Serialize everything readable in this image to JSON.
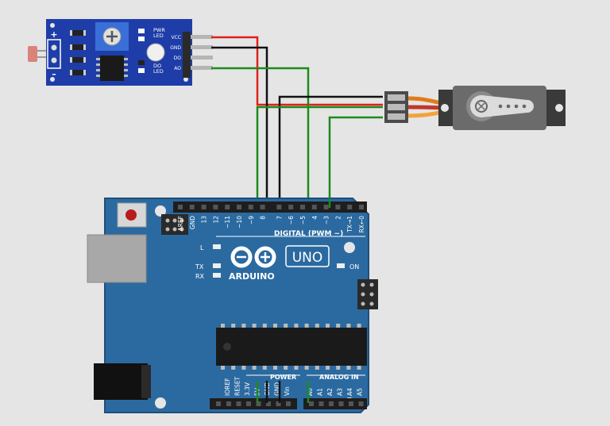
{
  "colors": {
    "background": "#e5e5e5",
    "board_blue": "#2b6aa0",
    "board_edge": "#1f4f7a",
    "sensor_blue": "#1e3da8",
    "wire_red": "#e0211b",
    "wire_black": "#111111",
    "wire_green": "#1d8a1d",
    "servo_gray": "#6b6b6b"
  },
  "sensor": {
    "plus_sign": "+",
    "minus_sign": "–",
    "pwr_led_label": "PWR\nLED",
    "do_led_label": "DO\nLED",
    "pins": [
      "VCC",
      "GND",
      "DO",
      "AO"
    ]
  },
  "arduino": {
    "brand": "ARDUINO",
    "model": "UNO",
    "digital_label": "DIGITAL (PWM ~)",
    "power_label": "POWER",
    "analog_label": "ANALOG IN",
    "led_l": "L",
    "led_tx": "TX",
    "led_rx": "RX",
    "led_on": "ON",
    "digital_pins": [
      "AREF",
      "GND",
      "13",
      "12",
      "~11",
      "~10",
      "~9",
      "8",
      "7",
      "~6",
      "~5",
      "4",
      "~3",
      "2",
      "TX→1",
      "RX←0"
    ],
    "power_pins": [
      "IOREF",
      "RESET",
      "3.3V",
      "5V",
      "GND",
      "GND",
      "Vin"
    ],
    "analog_pins": [
      "A0",
      "A1",
      "A2",
      "A3",
      "A4",
      "A5"
    ]
  }
}
